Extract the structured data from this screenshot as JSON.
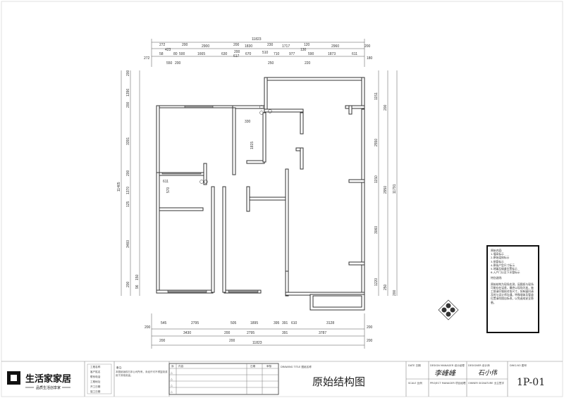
{
  "dims": {
    "top_total": "11823",
    "top_row2": [
      "272",
      "200",
      "2900",
      "200",
      "1830",
      "230",
      "1717",
      "120",
      "2960",
      "200"
    ],
    "top_row3": [
      "423",
      "58",
      "80",
      "500",
      "1665",
      "630",
      "200",
      "617",
      "670",
      "510",
      "710",
      "977",
      "130",
      "590",
      "1873",
      "611",
      "180",
      "272"
    ],
    "top_row4": [
      "550",
      "200",
      "250",
      "220"
    ],
    "bottom_row1": [
      "200",
      "545",
      "2795",
      "505",
      "1895",
      "395",
      "391",
      "610",
      "3128",
      "200"
    ],
    "bottom_row2": [
      "3430",
      "200",
      "2795",
      "391",
      "3787"
    ],
    "bottom_row3": [
      "200",
      "200",
      "11823",
      "200"
    ],
    "left": [
      "200",
      "1396",
      "200",
      "3391",
      "200",
      "1370",
      "125",
      "3460",
      "200",
      "96",
      "150"
    ],
    "left_total": "11465",
    "right": [
      "1151",
      "200",
      "2550",
      "1150",
      "3060",
      "1220",
      "250",
      "200"
    ],
    "right_mid": "2950",
    "right_total": "11791",
    "inner": [
      "330",
      "1815",
      "611",
      "570"
    ]
  },
  "legend": {
    "title": "原始内容:",
    "items": [
      "1.墙高标示",
      "2.原始梁体标示",
      "3.排管标示",
      "4.原始户型尺寸标示",
      "5.地漏及烟道位置标示",
      "6.入户门以及下水管标示"
    ],
    "note_title": "特别说明:",
    "note": "原始结构为现场实测，因图纸与现场可能存在误差，最终以现场为准，施工前请仔细核对各尺寸，如有疑问请及时与设计师沟通，特殊墙体及管道位置请勿擅自拆改，以免造成安全隐患。"
  },
  "title_block": {
    "logo_text": "生活家家居",
    "slogan": "品质生活创享家",
    "drawing_title_label": "DRAWING TITLE 图纸名称",
    "drawing_title": "原始结构图",
    "date_label": "DATE 日期",
    "scale_label": "SCALE 比例",
    "design_manager_label": "DESIGN MANAGER 设计经理",
    "project_manager_label": "PROJECT MANAGER 项目经理",
    "designer_label": "DESIGNER 设计师",
    "owner_label": "OWNER SIGNATURE 业主签字",
    "dwg_no_label": "DWG.NO 图号",
    "dwg_no": "1P-01",
    "signature_design_manager": "李峰峰",
    "signature_designer": "石小伟",
    "notes_label": "备注:",
    "notes_text": "本图纸版权归本公司所有，未经许可不得复制或用于其他用途。",
    "revision_headers": [
      "序",
      "内容",
      "日期",
      "审核"
    ],
    "info_cells": [
      "工程名称",
      "客户姓名",
      "联系电话",
      "工程地址",
      "开工日期",
      "竣工日期"
    ]
  }
}
